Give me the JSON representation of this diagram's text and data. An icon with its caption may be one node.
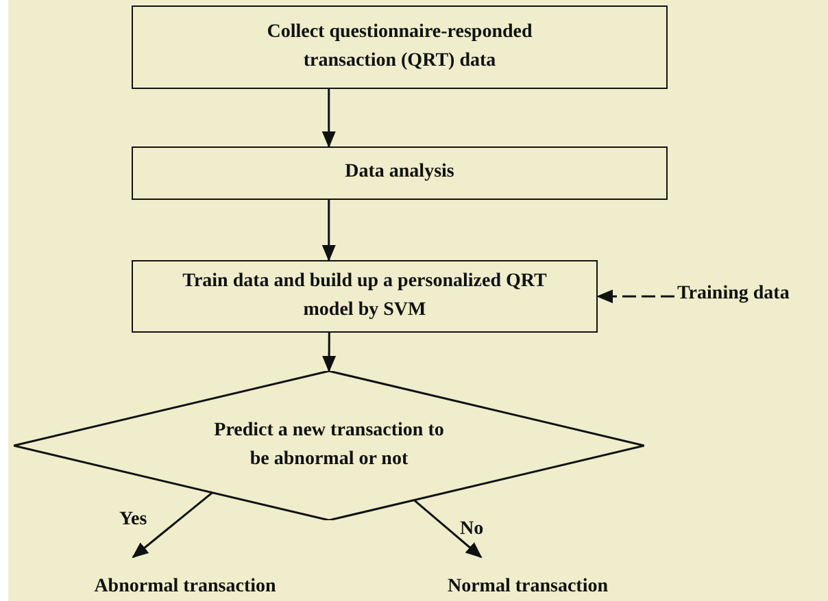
{
  "diagram": {
    "nodes": [
      {
        "text": [
          "Collect questionnaire-responded transaction (QRT) data"
        ]
      },
      {
        "text": [
          "Data analysis"
        ]
      },
      {
        "text": [
          "Train data and build up a personalized QRT model by SVM"
        ]
      },
      {
        "text": [
          "Training data"
        ]
      },
      {
        "text": [
          "Predict a new transaction to be abnormal or not"
        ]
      },
      {
        "text": [
          "Abnormal transaction"
        ]
      },
      {
        "text": [
          "Normal transaction"
        ]
      }
    ],
    "edges": [
      {
        "from": 0,
        "to": 1,
        "arrow": "to"
      },
      {
        "from": 1,
        "to": 2,
        "arrow": "to"
      },
      {
        "from": 3,
        "to": 2,
        "arrow": "to",
        "style": "dashed"
      },
      {
        "from": 2,
        "to": 4,
        "arrow": "to"
      },
      {
        "from": 4,
        "to": 5,
        "arrow": "to",
        "label": "Yes"
      },
      {
        "from": 4,
        "to": 6,
        "arrow": "to",
        "label": "No"
      }
    ]
  }
}
